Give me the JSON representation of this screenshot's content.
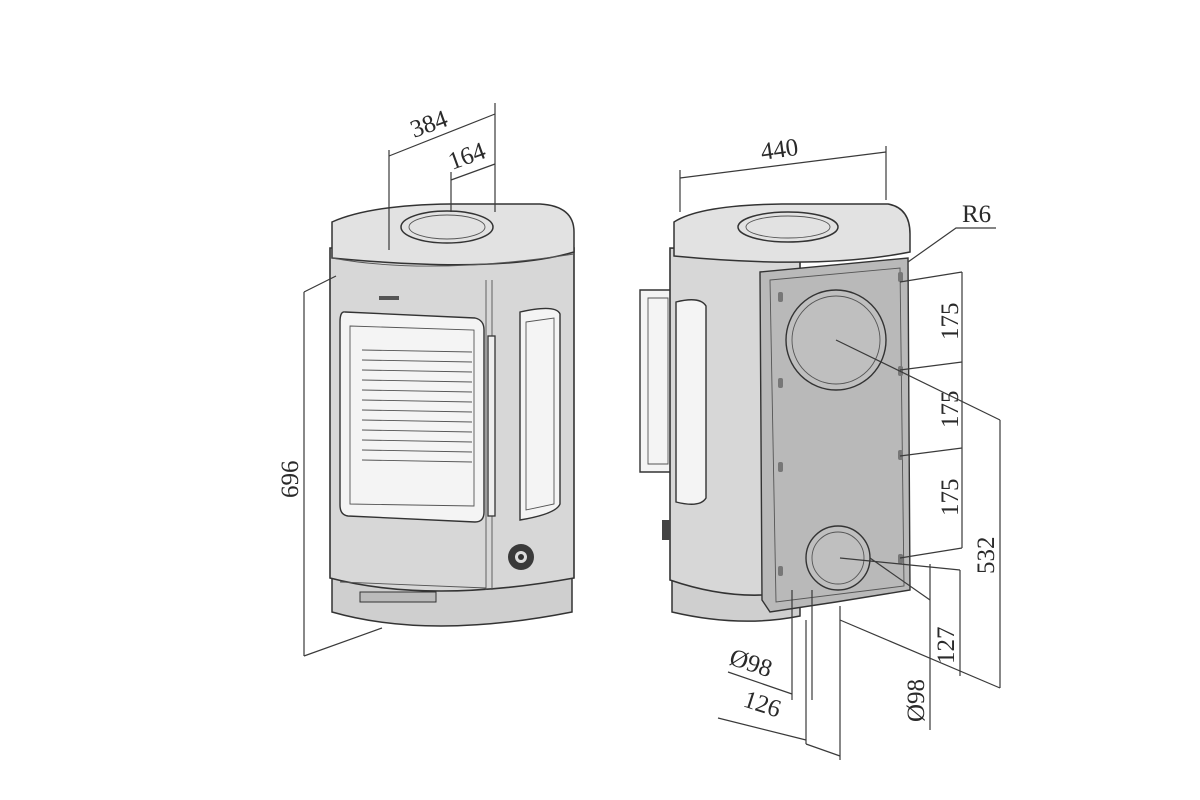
{
  "dimensions": {
    "front_width": "384",
    "front_outlet": "164",
    "height": "696",
    "back_width": "440",
    "radius": "R6",
    "spacing_1": "175",
    "spacing_2": "175",
    "spacing_3": "175",
    "hole_height": "532",
    "air_inlet_height": "127",
    "air_inlet_dia_bottom": "Ø98",
    "air_inlet_dia_side": "Ø98",
    "air_inlet_offset": "126"
  },
  "colors": {
    "body": "#d7d7d7",
    "plate": "#b9b9b9",
    "line": "#333333"
  }
}
